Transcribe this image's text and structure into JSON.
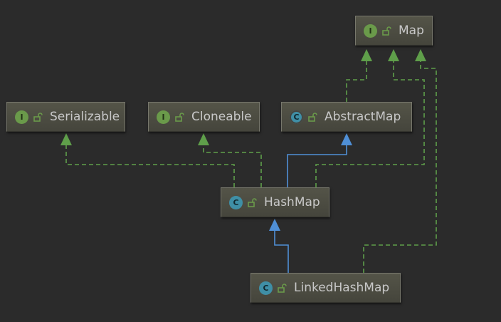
{
  "nodes": {
    "map": {
      "label": "Map",
      "badge": "I",
      "kind": "interface"
    },
    "serializable": {
      "label": "Serializable",
      "badge": "I",
      "kind": "interface"
    },
    "cloneable": {
      "label": "Cloneable",
      "badge": "I",
      "kind": "interface"
    },
    "abstractmap": {
      "label": "AbstractMap",
      "badge": "C",
      "kind": "abstract-class"
    },
    "hashmap": {
      "label": "HashMap",
      "badge": "C",
      "kind": "class"
    },
    "linkedhashmap": {
      "label": "LinkedHashMap",
      "badge": "C",
      "kind": "class"
    }
  },
  "edges": [
    {
      "from": "abstractmap",
      "to": "map",
      "type": "implements"
    },
    {
      "from": "hashmap",
      "to": "map",
      "type": "implements"
    },
    {
      "from": "linkedhashmap",
      "to": "map",
      "type": "implements"
    },
    {
      "from": "hashmap",
      "to": "serializable",
      "type": "implements"
    },
    {
      "from": "hashmap",
      "to": "cloneable",
      "type": "implements"
    },
    {
      "from": "hashmap",
      "to": "abstractmap",
      "type": "extends"
    },
    {
      "from": "linkedhashmap",
      "to": "hashmap",
      "type": "extends"
    }
  ],
  "colors": {
    "background": "#2b2b2b",
    "implements_edge": "#5f9f4a",
    "extends_edge": "#4f8fd6",
    "node_fill": "#4d4d43",
    "node_text": "#c8c8c8",
    "interface_badge": "#6a9a4a",
    "class_badge": "#3f8fa6",
    "lock_icon": "#6a9a4a"
  },
  "icons": {
    "interface": "interface-badge-icon",
    "class": "class-badge-icon",
    "access": "unlocked-padlock-icon"
  }
}
